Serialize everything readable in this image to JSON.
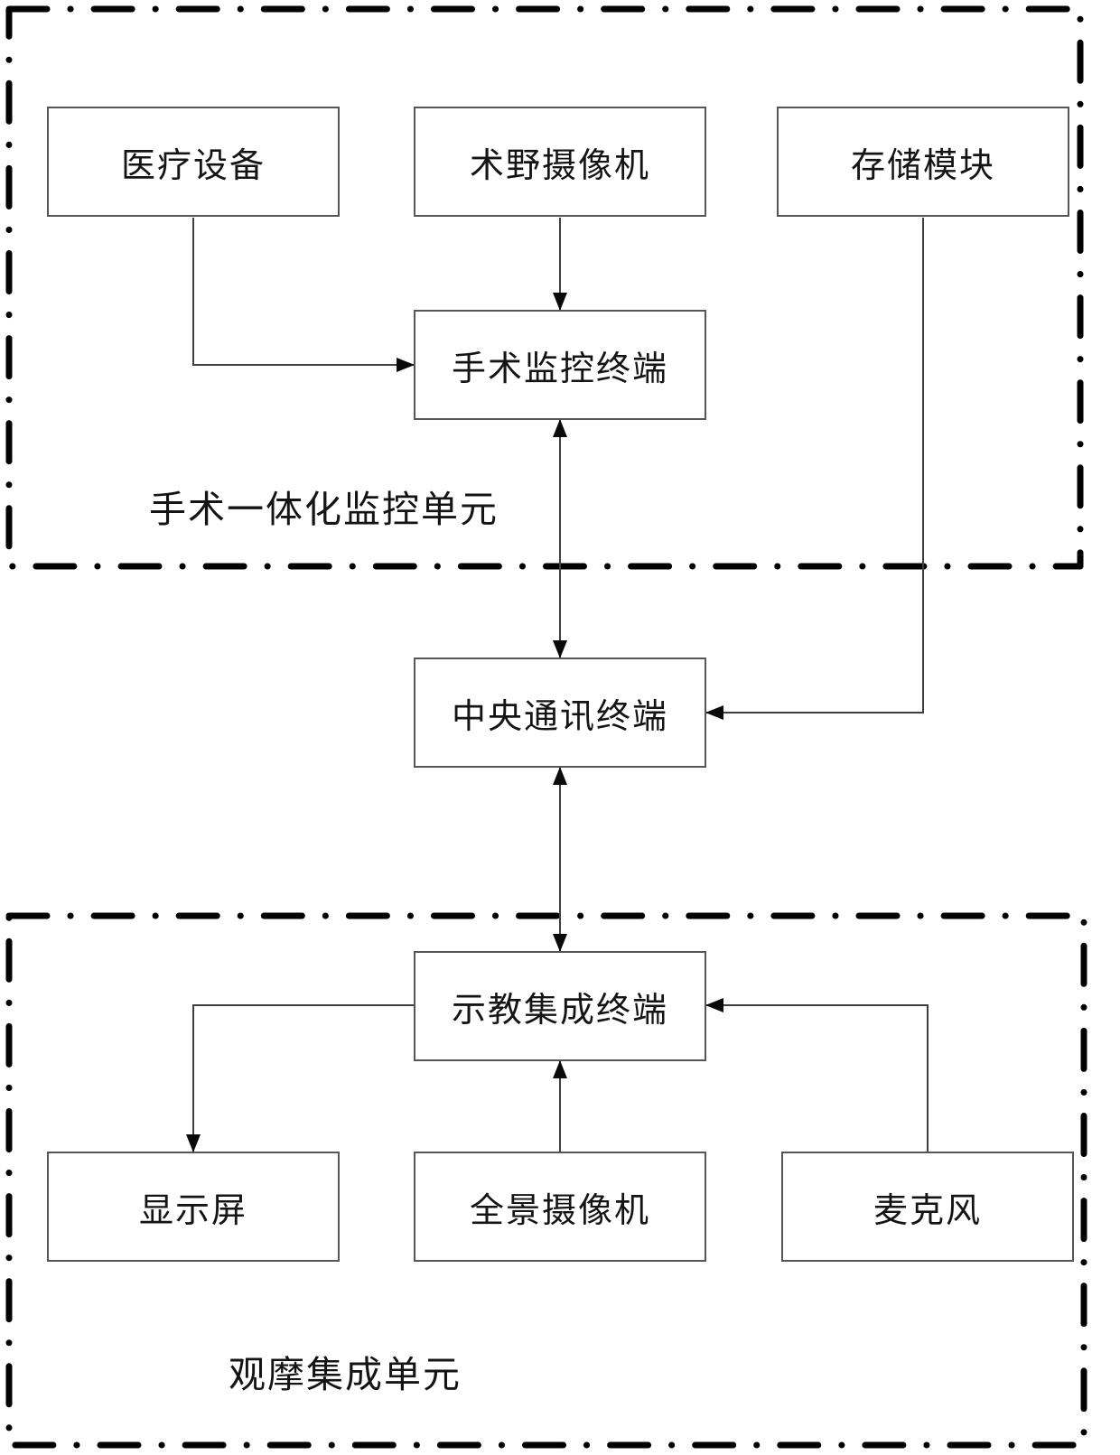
{
  "diagram": {
    "title": "surgery-teaching-system-block-diagram",
    "units": [
      {
        "id": "surgery-monitoring-unit",
        "label": "手术一体化监控单元"
      },
      {
        "id": "observation-integration-unit",
        "label": "观摩集成单元"
      }
    ],
    "nodes": [
      {
        "id": "medical-device",
        "label": "医疗设备"
      },
      {
        "id": "field-camera",
        "label": "术野摄像机"
      },
      {
        "id": "storage-module",
        "label": "存储模块"
      },
      {
        "id": "surgery-monitor-terminal",
        "label": "手术监控终端"
      },
      {
        "id": "central-comm-terminal",
        "label": "中央通讯终端"
      },
      {
        "id": "teaching-terminal",
        "label": "示教集成终端"
      },
      {
        "id": "display-screen",
        "label": "显示屏"
      },
      {
        "id": "panorama-camera",
        "label": "全景摄像机"
      },
      {
        "id": "microphone",
        "label": "麦克风"
      }
    ],
    "edges": [
      {
        "from": "field-camera",
        "to": "surgery-monitor-terminal",
        "direction": "one-way"
      },
      {
        "from": "medical-device",
        "to": "surgery-monitor-terminal",
        "direction": "one-way"
      },
      {
        "from": "surgery-monitor-terminal",
        "to": "central-comm-terminal",
        "direction": "two-way"
      },
      {
        "from": "storage-module",
        "to": "central-comm-terminal",
        "direction": "one-way"
      },
      {
        "from": "central-comm-terminal",
        "to": "teaching-terminal",
        "direction": "two-way"
      },
      {
        "from": "teaching-terminal",
        "to": "display-screen",
        "direction": "one-way"
      },
      {
        "from": "panorama-camera",
        "to": "teaching-terminal",
        "direction": "one-way"
      },
      {
        "from": "microphone",
        "to": "teaching-terminal",
        "direction": "one-way"
      }
    ],
    "colors": {
      "background": "#ffffff",
      "box_border": "#565656",
      "wire": "#3f3f3f",
      "arrowhead": "#0a0a0a",
      "unit_border": "#000000",
      "text": "#141414"
    }
  }
}
